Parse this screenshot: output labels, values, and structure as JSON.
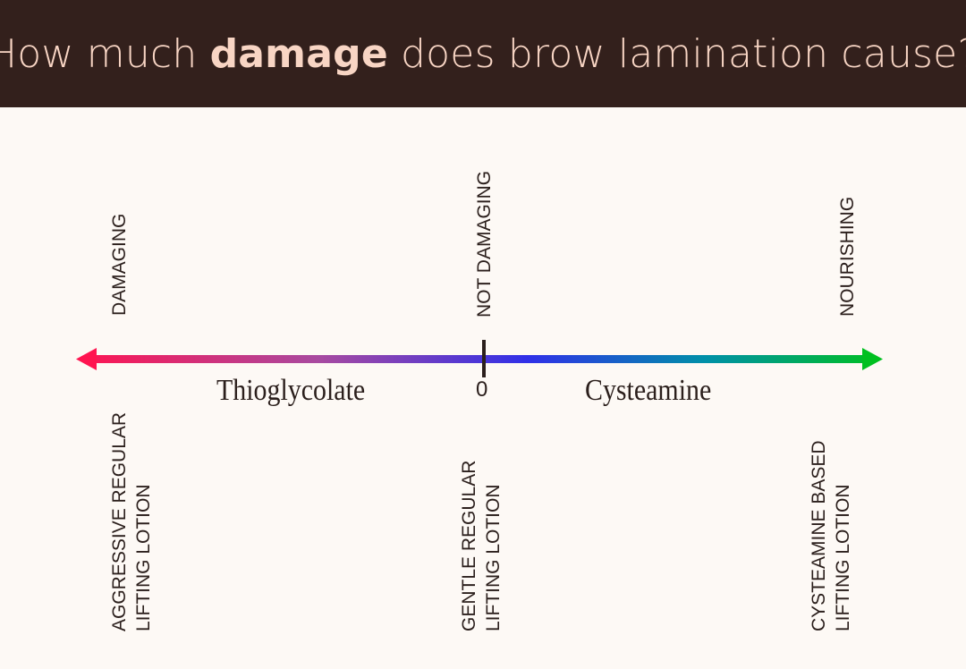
{
  "header": {
    "title_pre": "How much ",
    "title_bold": "damage",
    "title_post": " does brow lamination cause?"
  },
  "scale": {
    "left_label": "Thioglycolate",
    "center_value": "0",
    "right_label": "Cysteamine",
    "gradient": [
      "#ff1450",
      "#a84aa0",
      "#3030e8",
      "#0090a8",
      "#00c020"
    ]
  },
  "top_labels": {
    "left": "DAMAGING",
    "center": "NOT DAMAGING",
    "right": "NOURISHING"
  },
  "bottom_labels": {
    "left": [
      "AGGRESSIVE REGULAR",
      "LIFTING LOTION"
    ],
    "center": [
      "GENTLE REGULAR",
      "LIFTING LOTION"
    ],
    "right": [
      "CYSTEAMINE BASED",
      "LIFTING LOTION"
    ]
  }
}
